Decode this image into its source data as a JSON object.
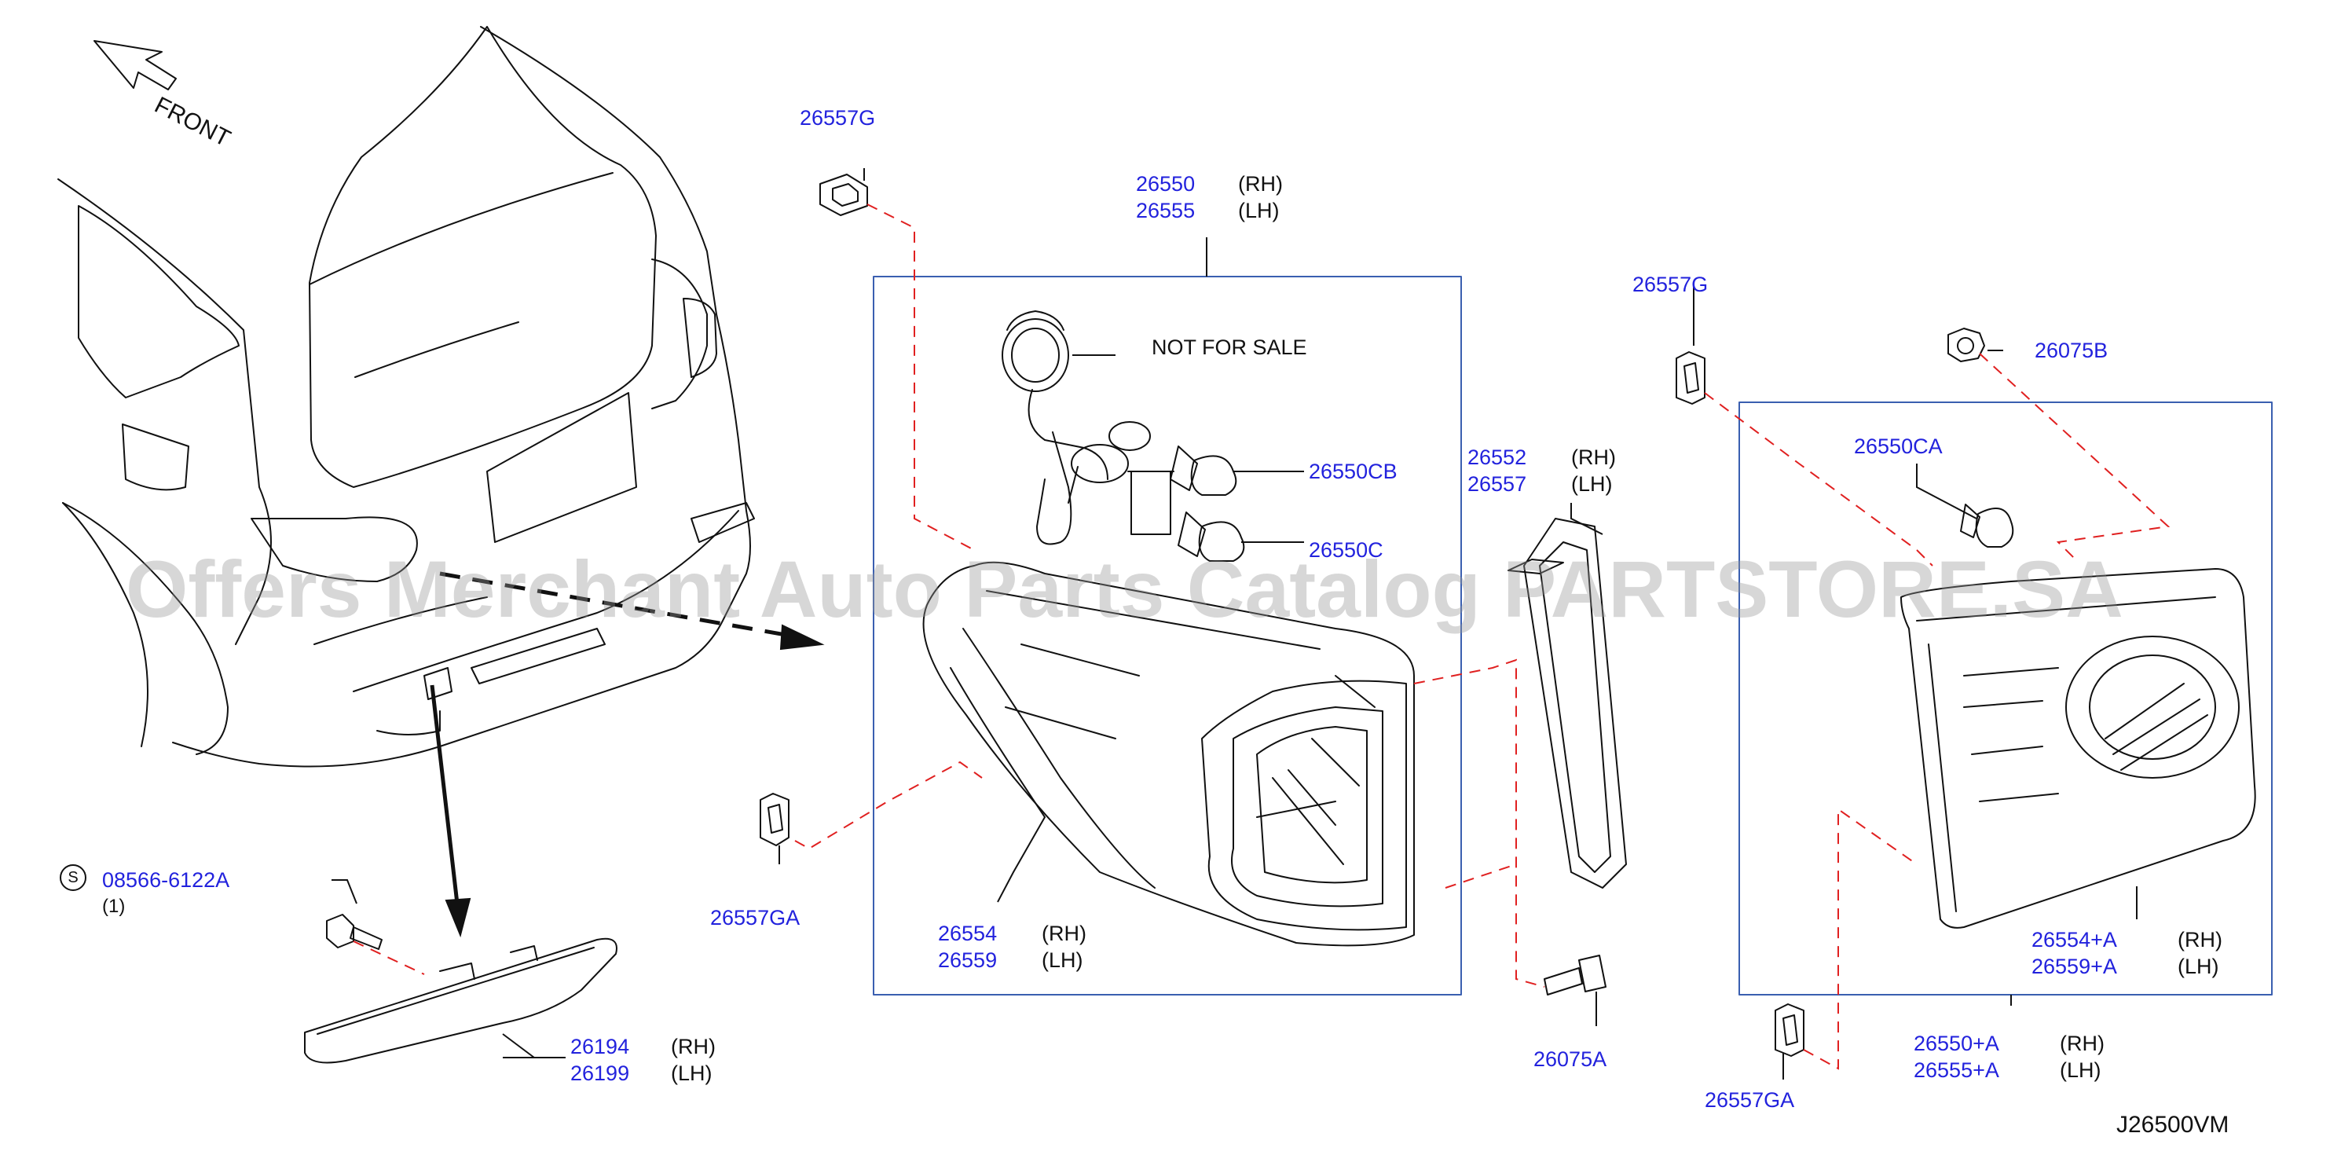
{
  "diagram": {
    "front_label": "FRONT",
    "not_for_sale": "NOT  FOR  SALE",
    "diagram_code": "J26500VM",
    "watermark": "Offers Merchant Auto Parts Catalog PARTSTORE.SA",
    "screw_symbol": "S",
    "screw_part": "08566-6122A",
    "screw_qty": "(1)",
    "rh": "(RH)",
    "lh": "(LH)",
    "parts": {
      "p26557g_a": "26557G",
      "p26550": "26550",
      "p26555": "26555",
      "p26550cb": "26550CB",
      "p26550c": "26550C",
      "p26557ga_a": "26557GA",
      "p26554": "26554",
      "p26559": "26559",
      "p26194": "26194",
      "p26199": "26199",
      "p26552": "26552",
      "p26557": "26557",
      "p26075a": "26075A",
      "p26557g_b": "26557G",
      "p26075b": "26075B",
      "p26550ca": "26550CA",
      "p26554a": "26554+A",
      "p26559a": "26559+A",
      "p26550a": "26550+A",
      "p26555a": "26555+A",
      "p26557ga_b": "26557GA"
    }
  },
  "colors": {
    "part_number": "#2222dd",
    "line": "#111111",
    "frame": "#3a5fb0",
    "leader_dashed": "#e02020",
    "watermark": "#999999"
  }
}
